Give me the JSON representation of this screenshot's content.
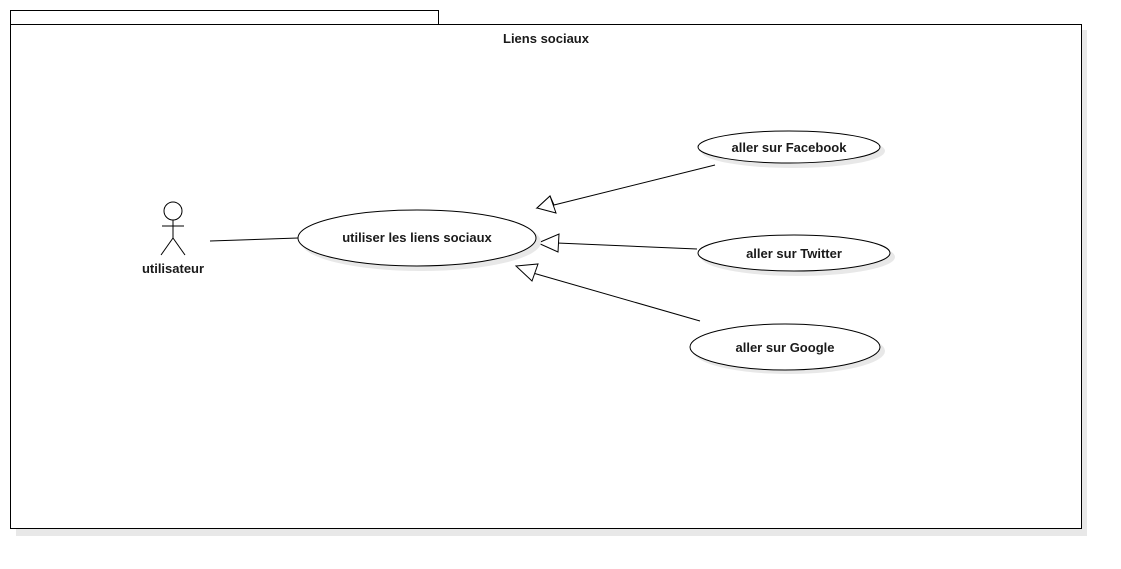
{
  "package": {
    "title": "Liens sociaux"
  },
  "actor": {
    "label": "utilisateur"
  },
  "use_cases": {
    "main": "utiliser les liens sociaux",
    "facebook": "aller sur Facebook",
    "twitter": "aller sur Twitter",
    "google": "aller sur Google"
  }
}
